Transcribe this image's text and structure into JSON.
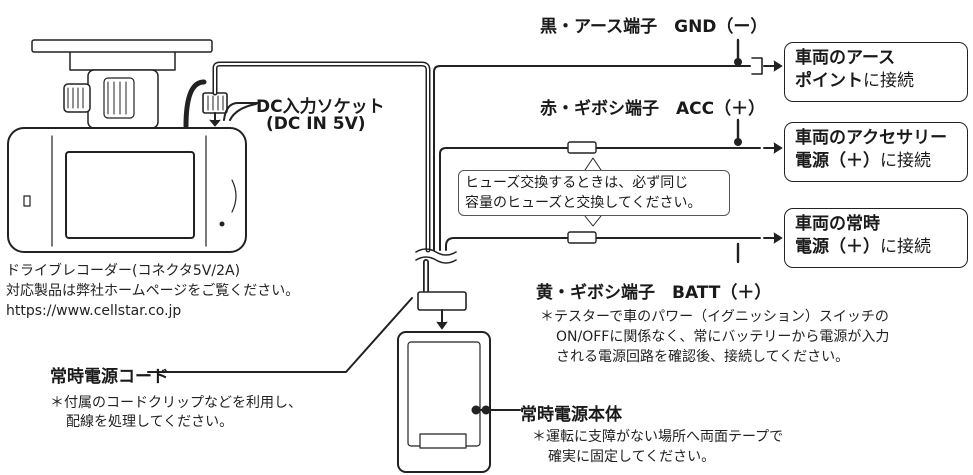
{
  "dc_socket": {
    "line1": "DC入力ソケット",
    "line2": "(DC IN 5V)"
  },
  "recorder": {
    "line1": "ドライブレコーダー(コネクタ5V/2A)",
    "line2": "対応製品は弊社ホームページをご覧ください。",
    "line3": "https://www.cellstar.co.jp"
  },
  "cord": {
    "title": "常時電源コード",
    "note1": "＊付属のコードクリップなどを利用し、",
    "note2": "配線を処理してください。"
  },
  "main_unit": {
    "title": "常時電源本体",
    "note1": "＊運転に支障がない場所へ両面テープで",
    "note2": "確実に固定してください。"
  },
  "gnd": {
    "terminal": "黒・アース端子　GND（ー）",
    "box_line1": "車両のアース",
    "box_line2_bold": "ポイント",
    "box_line2_rest": "に接続"
  },
  "acc": {
    "terminal": "赤・ギボシ端子　ACC（＋）",
    "box_line1": "車両のアクセサリー",
    "box_line2_bold": "電源（＋）",
    "box_line2_rest": "に接続"
  },
  "batt": {
    "terminal": "黄・ギボシ端子　BATT（＋）",
    "box_line1": "車両の常時",
    "box_line2_bold": "電源（＋）",
    "box_line2_rest": "に接続",
    "note1": "＊テスターで車のパワー（イグニッション）スイッチの",
    "note2": "ON/OFFに関係なく、常にバッテリーから電源が入力",
    "note3": "される電源回路を確認後、接続してください。"
  },
  "fuse_note": {
    "line1": "ヒューズ交換するときは、必ず同じ",
    "line2": "容量のヒューズと交換してください。"
  }
}
